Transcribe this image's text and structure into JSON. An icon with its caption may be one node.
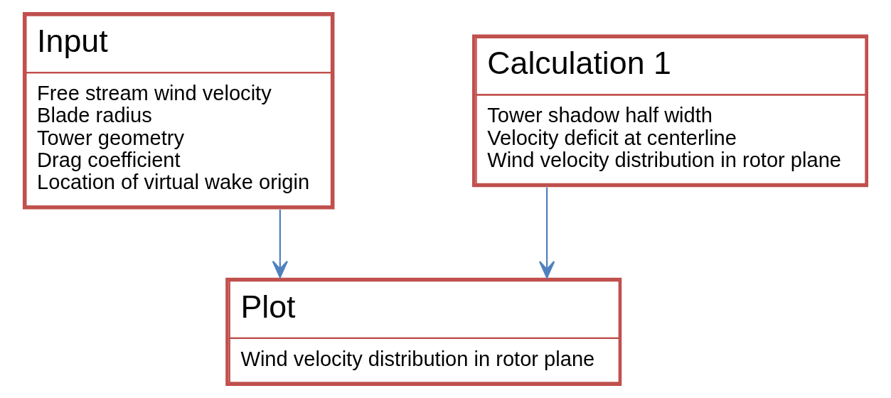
{
  "diagram": {
    "nodes": [
      {
        "text": [
          "Input",
          "Free stream wind velocity",
          "Blade radius",
          "Tower geometry",
          "Drag coefficient",
          "Location of virtual wake origin"
        ]
      },
      {
        "text": [
          "Calculation 1",
          "Tower shadow half width",
          "Velocity deficit at centerline",
          "Wind velocity distribution in rotor plane"
        ]
      },
      {
        "text": [
          "Plot",
          "Wind velocity distribution in rotor plane"
        ]
      }
    ],
    "edges": [
      {
        "from": 0,
        "to": 2,
        "arrow": "to"
      },
      {
        "from": 1,
        "to": 2,
        "arrow": "to"
      }
    ]
  }
}
